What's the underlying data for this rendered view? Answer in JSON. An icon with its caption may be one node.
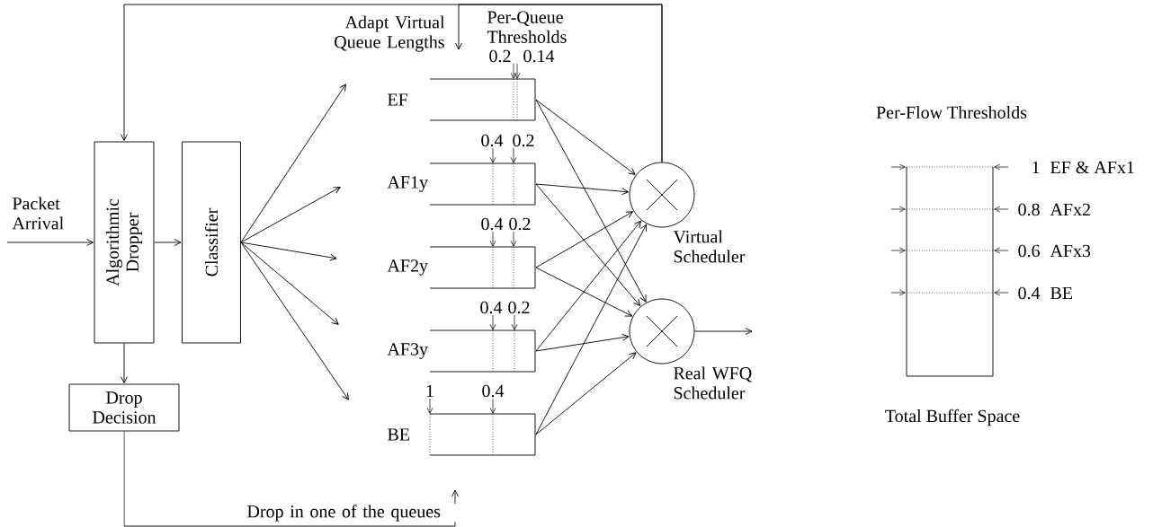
{
  "diagram": {
    "nodes": [
      {
        "text": [
          "Algorithmic Dropper"
        ]
      },
      {
        "text": [
          "Classifier"
        ]
      },
      {
        "text": [
          "Drop Decision"
        ]
      },
      {
        "text": [
          "EF"
        ],
        "beside": [
          "0.2",
          "0.14"
        ]
      },
      {
        "text": [
          "AF1y"
        ],
        "beside": [
          "0.4",
          "0.2"
        ]
      },
      {
        "text": [
          "AF2y"
        ],
        "beside": [
          "0.4",
          "0.2"
        ]
      },
      {
        "text": [
          "AF3y"
        ],
        "beside": [
          "0.4",
          "0.2"
        ]
      },
      {
        "text": [
          "BE"
        ],
        "beside": [
          "1",
          "0.4"
        ]
      },
      {
        "text": [],
        "shape": "circle",
        "beside": [
          "Virtual Scheduler"
        ]
      },
      {
        "text": [],
        "shape": "circle",
        "beside": [
          "Real WFQ Scheduler"
        ]
      },
      {
        "text": [],
        "shape": "box",
        "beside": [
          "Per-Flow Thresholds",
          "Total Buffer Space"
        ]
      }
    ],
    "edges": [
      {
        "from": null,
        "to": 0,
        "arrow": "to",
        "label": "Packet Arrival"
      },
      {
        "from": 0,
        "to": 1,
        "arrow": "to"
      },
      {
        "from": 0,
        "to": 2,
        "arrow": "to"
      },
      {
        "from": 1,
        "to": 3,
        "arrow": "to"
      },
      {
        "from": 1,
        "to": 4,
        "arrow": "to"
      },
      {
        "from": 1,
        "to": 5,
        "arrow": "to"
      },
      {
        "from": 1,
        "to": 6,
        "arrow": "to"
      },
      {
        "from": 1,
        "to": 7,
        "arrow": "to"
      },
      {
        "from": 2,
        "to": null,
        "arrow": "to",
        "label": "Drop in one of the queues"
      },
      {
        "from": 3,
        "to": 8,
        "arrow": "to"
      },
      {
        "from": 3,
        "to": 9,
        "arrow": "to"
      },
      {
        "from": 4,
        "to": 8,
        "arrow": "to"
      },
      {
        "from": 4,
        "to": 9,
        "arrow": "to"
      },
      {
        "from": 5,
        "to": 8,
        "arrow": "to"
      },
      {
        "from": 5,
        "to": 9,
        "arrow": "to"
      },
      {
        "from": 6,
        "to": 8,
        "arrow": "to"
      },
      {
        "from": 6,
        "to": 9,
        "arrow": "to"
      },
      {
        "from": 7,
        "to": 8,
        "arrow": "to"
      },
      {
        "from": 7,
        "to": 9,
        "arrow": "to"
      },
      {
        "from": 8,
        "to": 0,
        "arrow": "to"
      },
      {
        "from": 8,
        "to": null,
        "arrow": "to",
        "label": "Adapt Virtual Queue Lengths"
      },
      {
        "from": 9,
        "to": null,
        "arrow": "to"
      }
    ],
    "labels": [
      "Per-Queue Thresholds",
      "1",
      "EF & AFx1",
      "0.8",
      "AFx2",
      "0.6",
      "AFx3",
      "0.4",
      "BE"
    ]
  }
}
